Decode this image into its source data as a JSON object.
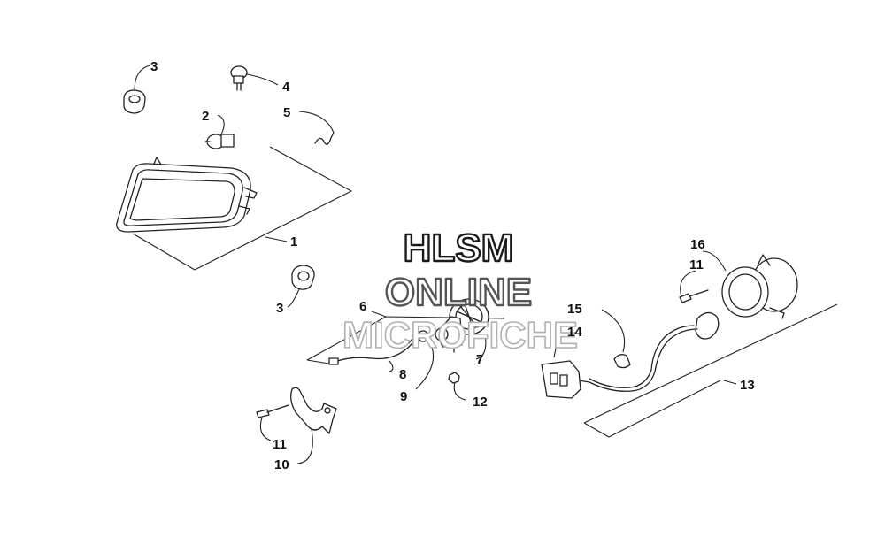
{
  "watermark": {
    "line1": "HLSM",
    "line2": "ONLINE",
    "line3": "MICROFICHE",
    "color1": "#1a1a1a",
    "color2": "#555555",
    "color3": "#b0b0b0"
  },
  "callouts": {
    "c1": "1",
    "c2": "2",
    "c3a": "3",
    "c3b": "3",
    "c4": "4",
    "c5": "5",
    "c6": "6",
    "c7": "7",
    "c8": "8",
    "c9": "9",
    "c10": "10",
    "c11a": "11",
    "c11b": "11",
    "c12": "12",
    "c13": "13",
    "c14": "14",
    "c15": "15",
    "c16": "16"
  }
}
